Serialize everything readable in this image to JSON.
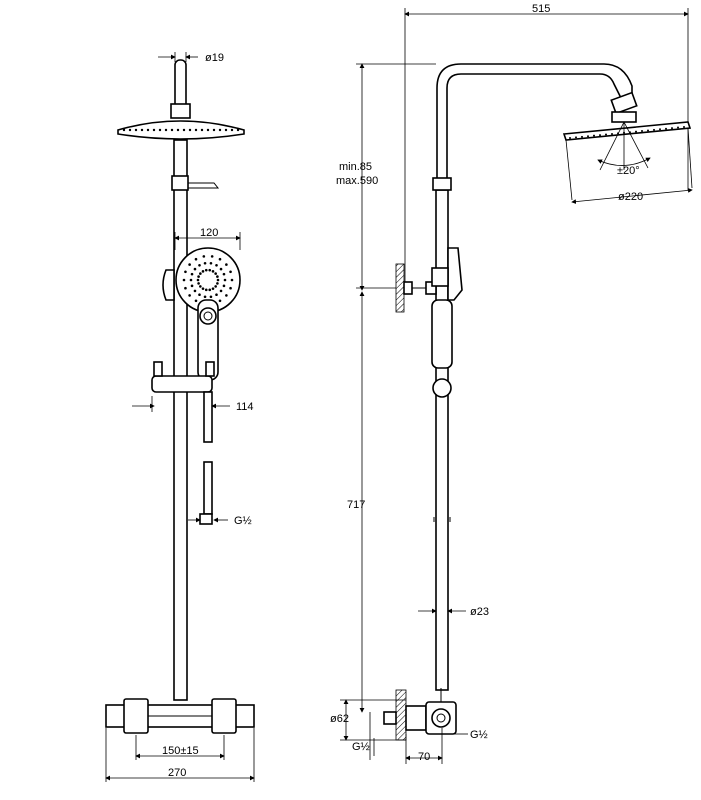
{
  "labels": {
    "phi19": "ø19",
    "d120": "120",
    "d114": "114",
    "g12_front": "G½",
    "d150": "150±15",
    "d270": "270",
    "d515": "515",
    "minmax_min": "min.85",
    "minmax_max": "max.590",
    "angle": "±20°",
    "phi220": "ø220",
    "d717": "717",
    "phi23": "ø23",
    "phi62": "ø62",
    "g12_left": "G½",
    "g12_right": "G½",
    "d70": "70"
  },
  "colors": {
    "line": "#000000",
    "background": "#ffffff"
  }
}
